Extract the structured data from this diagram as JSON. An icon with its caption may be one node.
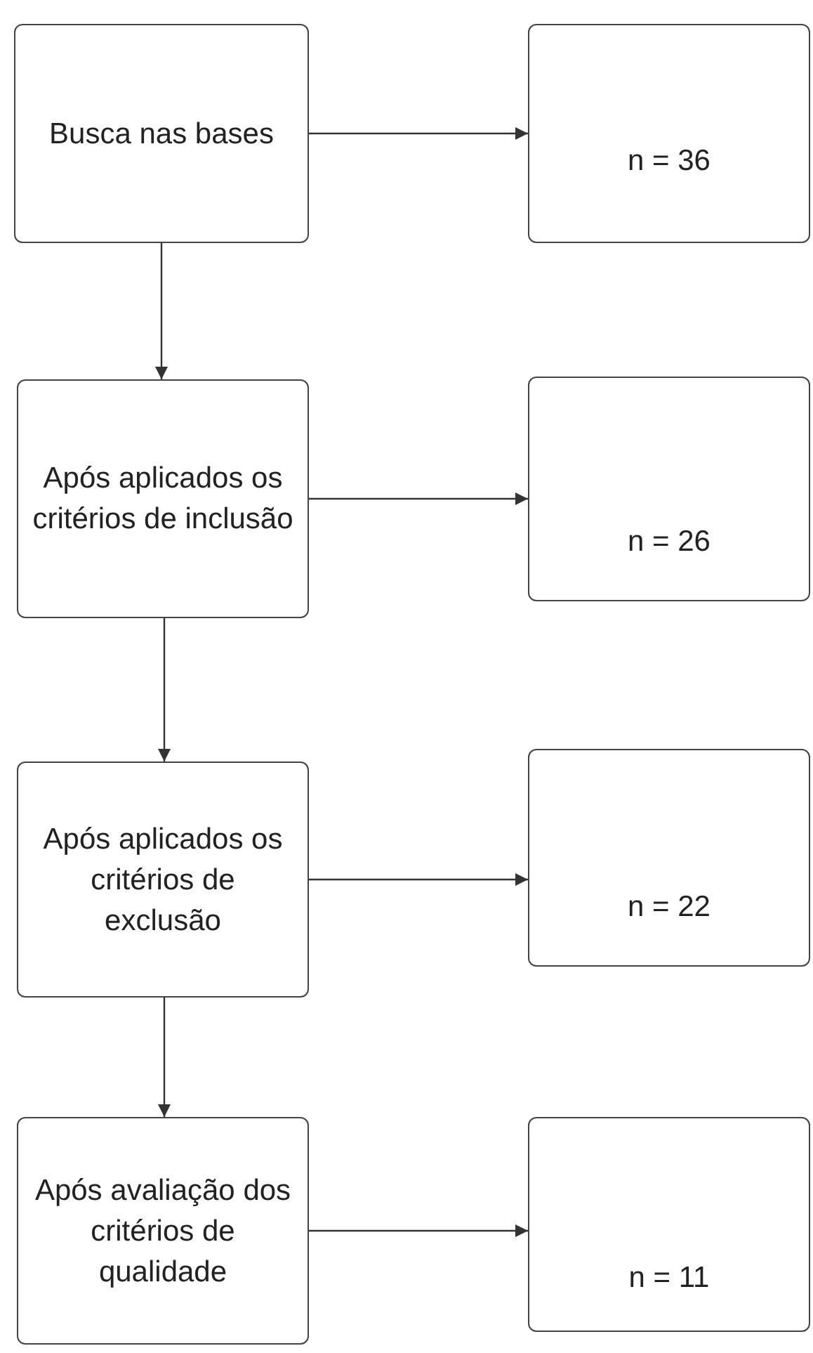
{
  "diagram": {
    "nodes": [
      {
        "text": [
          "Busca nas bases"
        ]
      },
      {
        "text": [
          "n = 36"
        ]
      },
      {
        "text": [
          "Após aplicados os critérios de inclusão"
        ]
      },
      {
        "text": [
          "n = 26"
        ]
      },
      {
        "text": [
          "Após aplicados os critérios de exclusão"
        ]
      },
      {
        "text": [
          "n = 22"
        ]
      },
      {
        "text": [
          "Após avaliação dos critérios de qualidade"
        ]
      },
      {
        "text": [
          "n = 11"
        ]
      }
    ],
    "edges": [
      {
        "from": 0,
        "to": 1,
        "arrow": "to"
      },
      {
        "from": 0,
        "to": 2,
        "arrow": "to"
      },
      {
        "from": 2,
        "to": 3,
        "arrow": "to"
      },
      {
        "from": 2,
        "to": 4,
        "arrow": "to"
      },
      {
        "from": 4,
        "to": 5,
        "arrow": "to"
      },
      {
        "from": 4,
        "to": 6,
        "arrow": "to"
      },
      {
        "from": 6,
        "to": 7,
        "arrow": "to"
      }
    ]
  }
}
